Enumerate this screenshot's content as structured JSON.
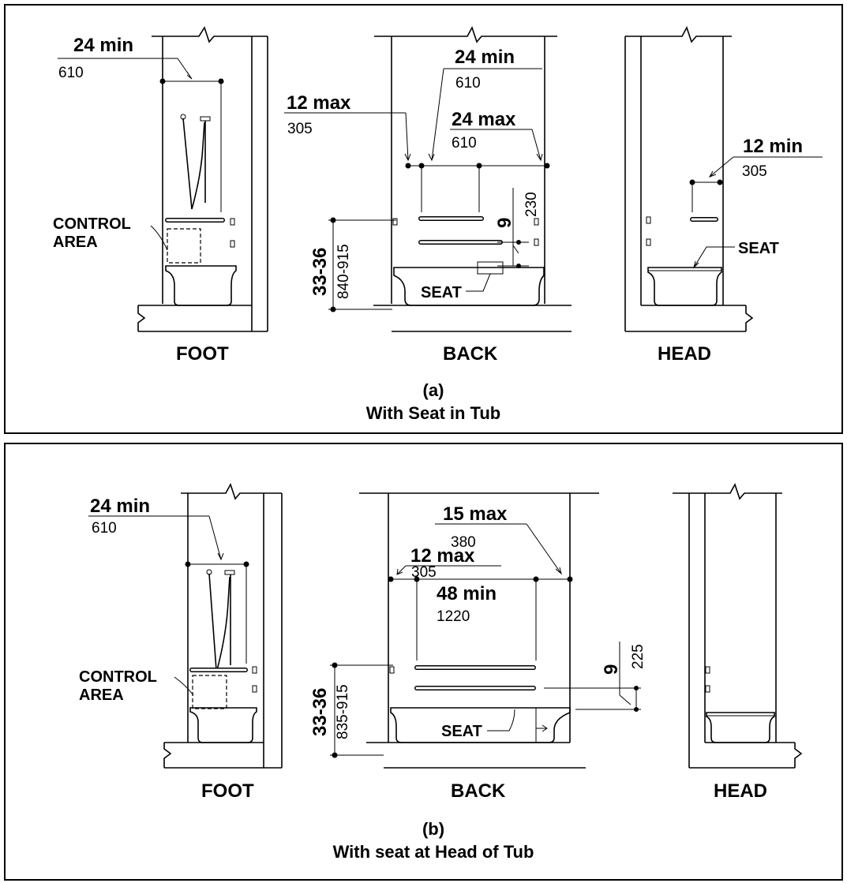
{
  "panel_a": {
    "foot": {
      "dim_in": "24 min",
      "dim_mm": "610",
      "control_line1": "CONTROL",
      "control_line2": "AREA",
      "view": "FOOT"
    },
    "back": {
      "dim1_in": "24 min",
      "dim1_mm": "610",
      "dim2_in": "12 max",
      "dim2_mm": "305",
      "dim3_in": "24 max",
      "dim3_mm": "610",
      "dim4_in": "9",
      "dim4_mm": "230",
      "height_in": "33-36",
      "height_mm": "840-915",
      "seat": "SEAT",
      "view": "BACK"
    },
    "head": {
      "dim_in": "12 min",
      "dim_mm": "305",
      "seat": "SEAT",
      "view": "HEAD"
    },
    "caption_letter": "(a)",
    "caption": "With Seat in Tub"
  },
  "panel_b": {
    "foot": {
      "dim_in": "24 min",
      "dim_mm": "610",
      "control_line1": "CONTROL",
      "control_line2": "AREA",
      "view": "FOOT"
    },
    "back": {
      "dim1_in": "15 max",
      "dim1_mm": "380",
      "dim2_in": "12 max",
      "dim2_mm": "305",
      "dim3_in": "48 min",
      "dim3_mm": "1220",
      "dim4_in": "9",
      "dim4_mm": "225",
      "height_in": "33-36",
      "height_mm": "835-915",
      "seat": "SEAT",
      "view": "BACK"
    },
    "head": {
      "view": "HEAD"
    },
    "caption_letter": "(b)",
    "caption": "With seat at Head of Tub"
  }
}
